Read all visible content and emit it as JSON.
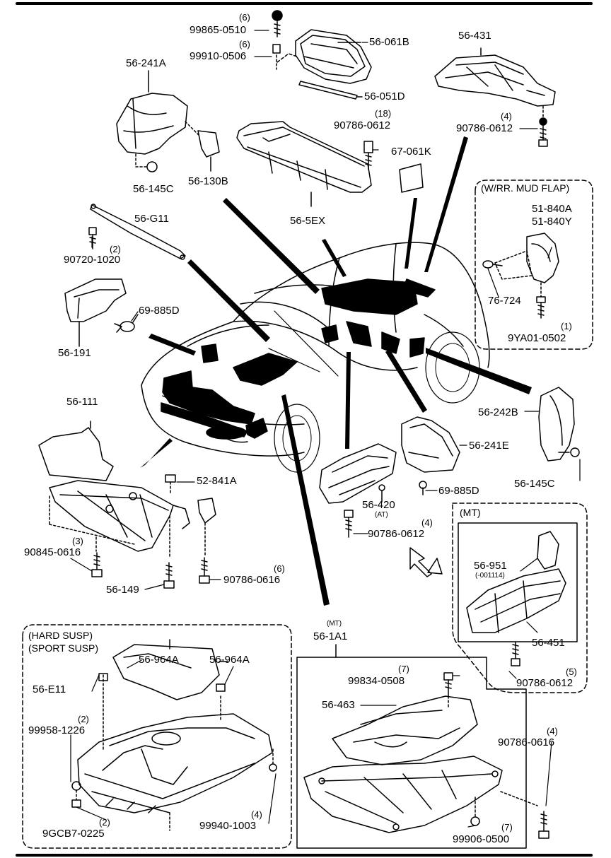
{
  "diagram": {
    "part_labels": {
      "p99865": "99865-0510",
      "q99865": "(6)",
      "p99910": "99910-0506",
      "q99910": "(6)",
      "p56_061B": "56-061B",
      "p56_051D": "56-051D",
      "p56_431": "56-431",
      "p90786_0612_top": "90786-0612",
      "q90786_0612_top": "(4)",
      "p56_241A": "56-241A",
      "p90786_0612_mid": "90786-0612",
      "q90786_0612_mid": "(18)",
      "p67_061K": "67-061K",
      "p56_145C_l": "56-145C",
      "p56_130B": "56-130B",
      "p56_5EX": "56-5EX",
      "p56_G11": "56-G11",
      "p90720": "90720-1020",
      "q90720": "(2)",
      "p69_885D_l": "69-885D",
      "p56_191": "56-191",
      "p51_840A": "51-840A",
      "p51_840Y": "51-840Y",
      "p76_724": "76-724",
      "p9YA01": "9YA01-0502",
      "q9YA01": "(1)",
      "p56_242B": "56-242B",
      "p56_241E": "56-241E",
      "p56_145C_r": "56-145C",
      "p56_111": "56-111",
      "p52_841A": "52-841A",
      "p69_885D_r": "69-885D",
      "p56_420": "56-420",
      "at_note": "(AT)",
      "p90786_0612_lower": "90786-0612",
      "q90786_0612_lower": "(4)",
      "p90845": "90845-0616",
      "q90845": "(3)",
      "p56_149": "56-149",
      "p90786_0616_mid": "90786-0616",
      "q90786_0616_mid": "(6)",
      "p56_951": "56-951",
      "serial_note": "(-001114)",
      "p56_451": "56-451",
      "p90786_0612_mt": "90786-0612",
      "q90786_0612_mt": "(5)",
      "p56_1A1": "56-1A1",
      "mt_note": "(MT)",
      "p99834": "99834-0508",
      "q99834": "(7)",
      "p56_463": "56-463",
      "p90786_0616_bot": "90786-0616",
      "q90786_0616_bot": "(4)",
      "p99906": "99906-0500",
      "q99906": "(7)",
      "p56_964A_1": "56-964A",
      "p56_964A_2": "56-964A",
      "p56_E11": "56-E11",
      "p99958": "99958-1226",
      "q99958": "(2)",
      "p9GCB7": "9GCB7-0225",
      "q9GCB7": "(2)",
      "p99940": "99940-1003",
      "q99940": "(4)"
    },
    "frames": {
      "mud_flap": "(W/RR. MUD FLAP)",
      "mt": "(MT)",
      "hard_susp": "(HARD SUSP)",
      "sport_susp": "(SPORT SUSP)"
    }
  }
}
